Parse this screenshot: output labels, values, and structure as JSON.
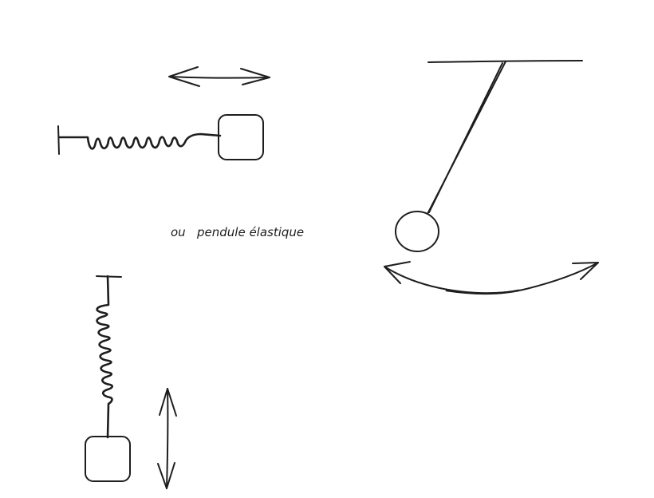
{
  "annotation": {
    "label": "ou   pendule élastique"
  },
  "colors": {
    "ink": "#1e1e1e",
    "background": "#ffffff"
  },
  "figures": [
    {
      "name": "horizontal-spring-oscillator"
    },
    {
      "name": "vertical-spring-oscillator"
    },
    {
      "name": "simple-pendulum"
    }
  ]
}
